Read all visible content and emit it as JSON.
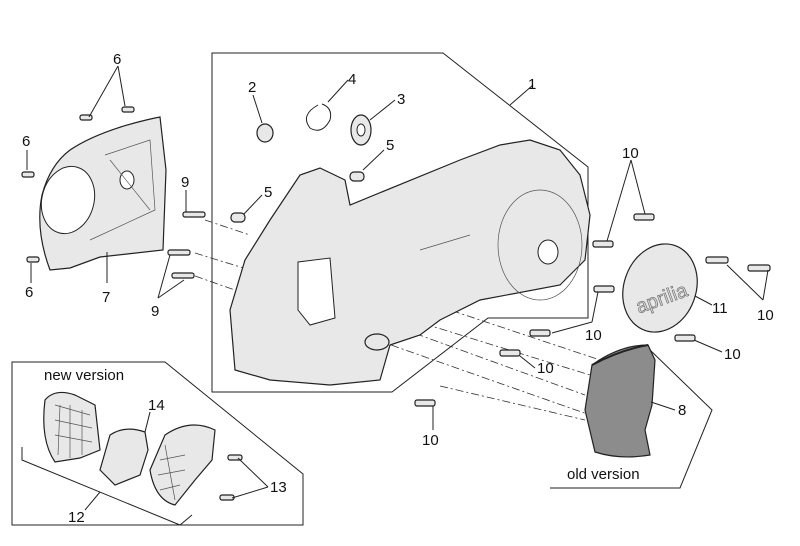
{
  "diagram": {
    "type": "exploded-parts-diagram",
    "labels": {
      "l1": "1",
      "l2": "2",
      "l3": "3",
      "l4": "4",
      "l5a": "5",
      "l5b": "5",
      "l6a": "6",
      "l6b": "6",
      "l6c": "6",
      "l7": "7",
      "l8": "8",
      "l9a": "9",
      "l9b": "9",
      "l10a": "10",
      "l10b": "10",
      "l10c": "10",
      "l10d": "10",
      "l10e": "10",
      "l10f": "10",
      "l11": "11",
      "l12": "12",
      "l13": "13",
      "l14": "14"
    },
    "captions": {
      "new_version": "new version",
      "old_version": "old version"
    },
    "cover_logo": "aprilia"
  }
}
